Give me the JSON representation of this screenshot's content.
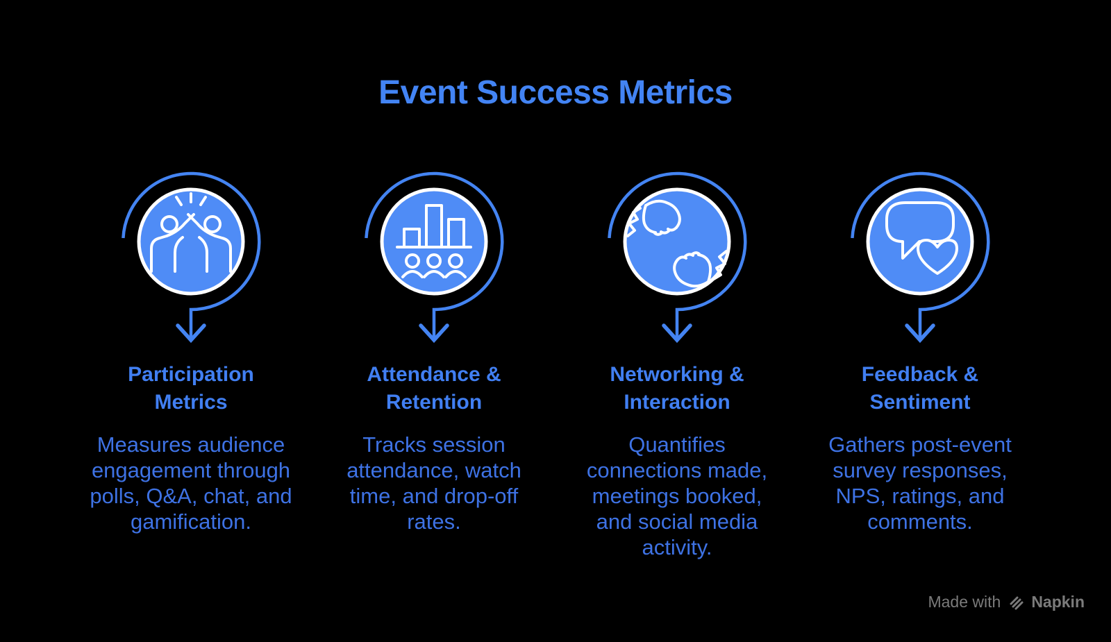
{
  "title": "Event Success Metrics",
  "colors": {
    "background": "#000000",
    "title_blue": "#4384F4",
    "heading_blue": "#417FF2",
    "body_blue": "#3E72E4",
    "circle_fill": "#4F8CF6",
    "arc_blue": "#4484F2",
    "icon_stroke": "#FFFFFF",
    "watermark_gray": "#7B7B7B"
  },
  "columns": [
    {
      "icon": "high-five-icon",
      "heading_lines": [
        "Participation",
        "Metrics"
      ],
      "body_lines": [
        "Measures audience",
        "engagement through",
        "polls, Q&A, chat, and",
        "gamification."
      ]
    },
    {
      "icon": "bar-chart-audience-icon",
      "heading_lines": [
        "Attendance &",
        "Retention"
      ],
      "body_lines": [
        "Tracks session",
        "attendance, watch",
        "time, and drop-off",
        "rates."
      ]
    },
    {
      "icon": "fist-bump-icon",
      "heading_lines": [
        "Networking &",
        "Interaction"
      ],
      "body_lines": [
        "Quantifies",
        "connections made,",
        "meetings booked,",
        "and social media",
        "activity."
      ]
    },
    {
      "icon": "speech-bubble-heart-icon",
      "heading_lines": [
        "Feedback &",
        "Sentiment"
      ],
      "body_lines": [
        "Gathers post-event",
        "survey responses,",
        "NPS, ratings, and",
        "comments."
      ]
    }
  ],
  "watermark": {
    "made_with": "Made with",
    "brand": "Napkin"
  }
}
